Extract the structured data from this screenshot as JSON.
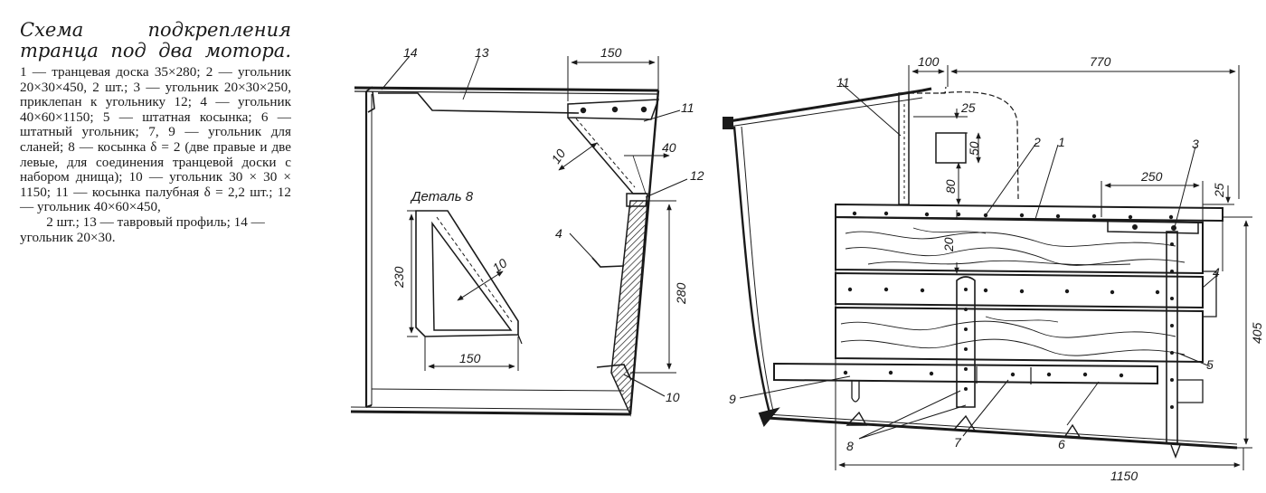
{
  "caption": {
    "title_line1": "Схема подкрепления",
    "title_line2": "транца под два мотора.",
    "body": "1 — транцевая доска 35×280; 2 — угольник 20×30×450, 2 шт.; 3 — угольник 20×30×250, приклепан к угольнику 12; 4 — угольник 40×60×1150; 5 — штатная косынка; 6 — штатный угольник; 7, 9 — угольник для сланей; 8 — косынка δ = 2 (две правые и две левые, для соединения транцевой доски с набором днища); 10 — угольник 30 × 30 × 1150; 11 — косынка палубная δ = 2,2 шт.; 12 — угольник 40×60×450,",
    "body_last": "2 шт.; 13 — тавровый профиль; 14 — угольник 20×30."
  },
  "left_view": {
    "labels": [
      "14",
      "13",
      "11",
      "12",
      "4",
      "10"
    ],
    "dimensions": [
      "150",
      "10",
      "40",
      "280"
    ],
    "detail_title": "Деталь 8",
    "detail_dims": [
      "230",
      "10",
      "150"
    ]
  },
  "right_view": {
    "labels": [
      "11",
      "2",
      "1",
      "3",
      "4",
      "5",
      "9",
      "8",
      "7",
      "6"
    ],
    "dimensions": [
      "100",
      "770",
      "25",
      "50",
      "80",
      "20",
      "250",
      "25",
      "405",
      "1150"
    ]
  },
  "colors": {
    "ink": "#1a1a1a",
    "paper": "#ffffff"
  }
}
